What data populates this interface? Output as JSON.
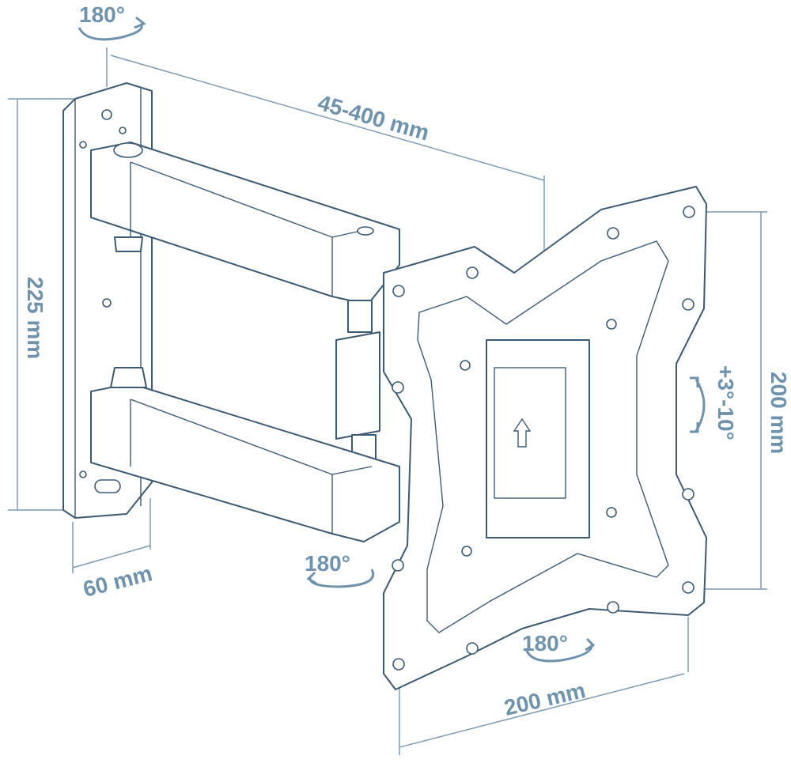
{
  "labels": {
    "top_rotation": "180°",
    "arm_extension": "45-400 mm",
    "wall_plate_height": "225 mm",
    "wall_depth": "60 mm",
    "arm_rotation": "180°",
    "vesa_vertical": "200 mm",
    "tilt": "+3°-10°",
    "plate_rotation": "180°",
    "vesa_horizontal": "200 mm"
  },
  "colors": {
    "label": "#6f92ad",
    "line": "#3d5a73",
    "dimension": "#7c9ab2"
  }
}
